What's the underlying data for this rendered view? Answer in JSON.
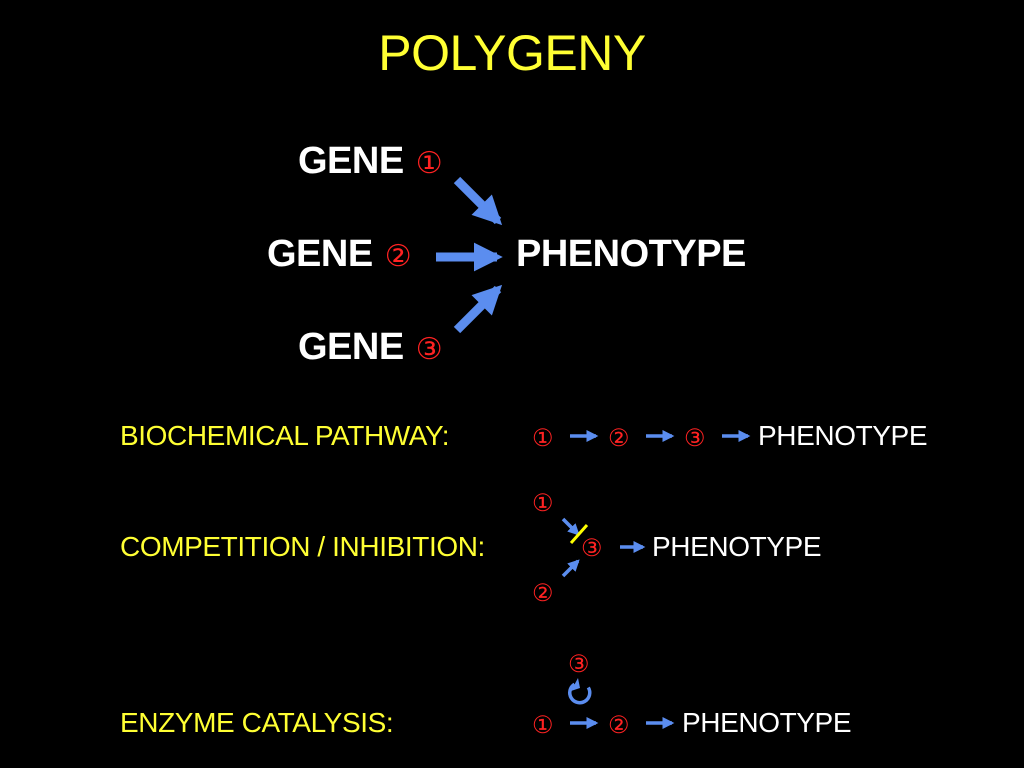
{
  "title": "POLYGENY",
  "colors": {
    "title": "#FFFF33",
    "label": "#FFFF33",
    "text": "#FFFFFF",
    "number": "#FF2222",
    "arrow": "#5B8DEF",
    "inhibit": "#FFFF00",
    "background": "#000000"
  },
  "top": {
    "gene_label": "GENE",
    "genes": [
      "①",
      "②",
      "③"
    ],
    "phenotype": "PHENOTYPE"
  },
  "rows": {
    "biochemical": {
      "label": "BIOCHEMICAL PATHWAY:",
      "steps": [
        "①",
        "②",
        "③"
      ],
      "phenotype": "PHENOTYPE"
    },
    "competition": {
      "label": "COMPETITION / INHIBITION:",
      "upper": "①",
      "middle": "③",
      "lower": "②",
      "phenotype": "PHENOTYPE"
    },
    "enzyme": {
      "label": "ENZYME CATALYSIS:",
      "catalyst": "③",
      "steps": [
        "①",
        "②"
      ],
      "phenotype": "PHENOTYPE"
    }
  }
}
